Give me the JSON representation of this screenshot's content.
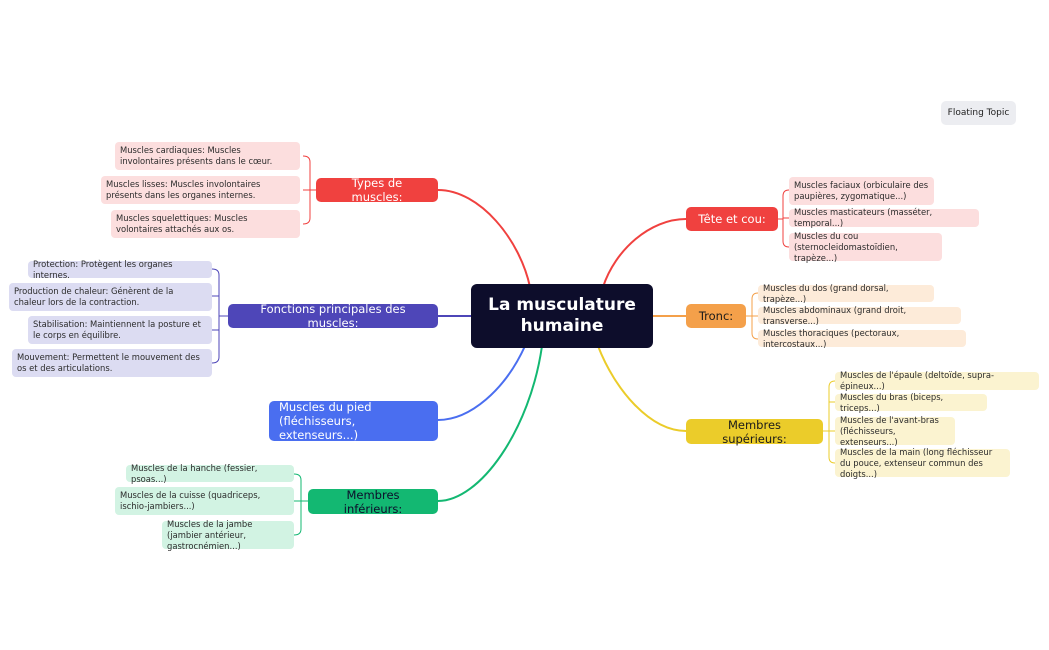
{
  "colors": {
    "central": "#0d0d2b",
    "red": "#f0413f",
    "red_leaf": "#fcdede",
    "indigo": "#4e46b8",
    "indigo_leaf": "#dcdcf2",
    "blue": "#4a6ef0",
    "green": "#13b872",
    "green_leaf": "#d2f3e3",
    "orange": "#f4a04a",
    "orange_leaf": "#fdebd9",
    "yellow": "#ebcc2a",
    "yellow_leaf": "#fbf3d0"
  },
  "central": {
    "title": "La musculature humaine"
  },
  "floating_topic": "Floating Topic",
  "branches": {
    "types": {
      "label": "Types de muscles:",
      "items": [
        "Muscles cardiaques: Muscles involontaires présents dans le cœur.",
        "Muscles lisses: Muscles involontaires présents dans les organes internes.",
        "Muscles squelettiques: Muscles volontaires attachés aux os."
      ]
    },
    "fonctions": {
      "label": "Fonctions principales des muscles:",
      "items": [
        "Protection: Protègent les organes internes.",
        "Production de chaleur: Génèrent de la chaleur lors de la contraction.",
        "Stabilisation: Maintiennent la posture et le corps en équilibre.",
        "Mouvement: Permettent le mouvement des os et des articulations."
      ]
    },
    "pied": {
      "label": "Muscles du pied (fléchisseurs, extenseurs...)"
    },
    "inferieurs": {
      "label": "Membres inférieurs:",
      "items": [
        "Muscles de la hanche (fessier, psoas...)",
        "Muscles de la cuisse (quadriceps, ischio-jambiers...)",
        "Muscles de la jambe (jambier antérieur, gastrocnémien...)"
      ]
    },
    "tete": {
      "label": "Tête et cou:",
      "items": [
        "Muscles faciaux (orbiculaire des paupières, zygomatique...)",
        "Muscles masticateurs (masséter, temporal...)",
        "Muscles du cou (sternocleidomastoïdien, trapèze...)"
      ]
    },
    "tronc": {
      "label": "Tronc:",
      "items": [
        "Muscles du dos (grand dorsal, trapèze...)",
        "Muscles abdominaux (grand droit, transverse...)",
        "Muscles thoraciques (pectoraux, intercostaux...)"
      ]
    },
    "superieurs": {
      "label": "Membres supérieurs:",
      "items": [
        "Muscles de l'épaule (deltoïde, supra-épineux...)",
        "Muscles du bras (biceps, triceps...)",
        "Muscles de l'avant-bras (fléchisseurs, extenseurs...)",
        "Muscles de la main (long fléchisseur du pouce, extenseur commun des doigts...)"
      ]
    }
  }
}
